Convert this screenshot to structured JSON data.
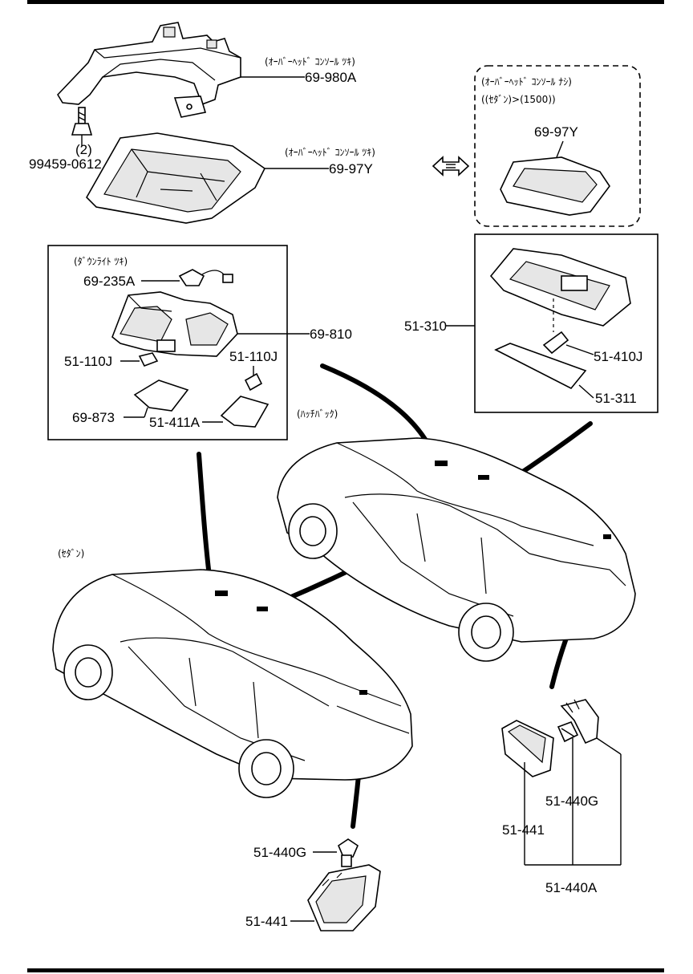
{
  "notes": {
    "overhead_console_top": "(ｵｰﾊﾞｰﾍｯﾄﾞ ｺﾝｿｰﾙ ﾂｷ)",
    "overhead_console_mid": "(ｵｰﾊﾞｰﾍｯﾄﾞ ｺﾝｿｰﾙ ﾂｷ)",
    "no_console_line1": "(ｵｰﾊﾞｰﾍｯﾄﾞ ｺﾝｿｰﾙ ﾅｼ)",
    "no_console_line2": "((ｾﾀﾞﾝ)>(1500))",
    "downlight": "(ﾀﾞｳﾝﾗｲﾄ ﾂｷ)",
    "hatchback": "(ﾊｯﾁﾊﾞｯｸ)",
    "sedan": "(ｾﾀﾞﾝ)"
  },
  "labels": {
    "p_69_980A": "69-980A",
    "p_99459_0612": "99459-0612",
    "qty_2": "(2)",
    "p_69_97Y_left": "69-97Y",
    "p_69_97Y_right": "69-97Y",
    "p_69_235A": "69-235A",
    "p_69_810": "69-810",
    "p_51_110J_left": "51-110J",
    "p_51_110J_right": "51-110J",
    "p_69_873": "69-873",
    "p_51_411A": "51-411A",
    "p_51_310": "51-310",
    "p_51_410J": "51-410J",
    "p_51_311": "51-311",
    "p_51_440G_right": "51-440G",
    "p_51_441_right": "51-441",
    "p_51_440A": "51-440A",
    "p_51_440G_left": "51-440G",
    "p_51_441_left": "51-441"
  }
}
